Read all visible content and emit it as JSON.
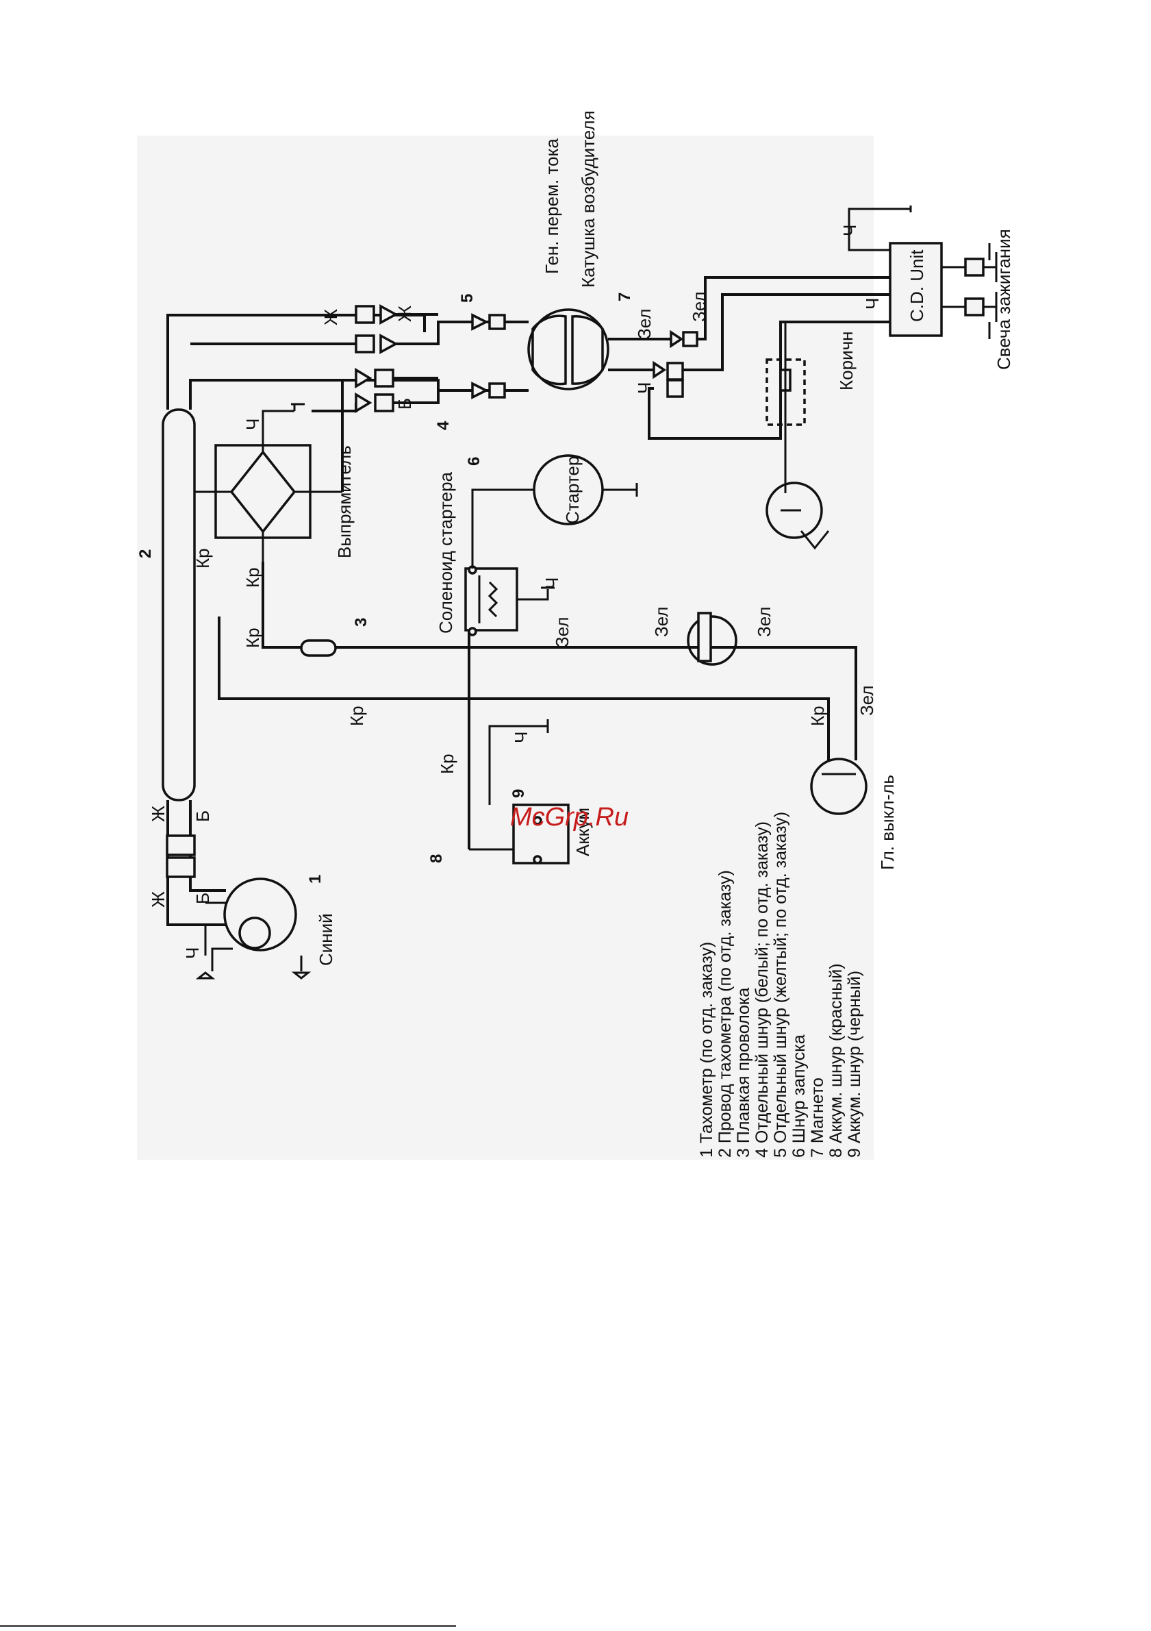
{
  "components": {
    "c1": "Ген. перем. тока",
    "c2": "Катушка возбудителя",
    "c3": "C.D. Unit",
    "c4": "Свеча зажигания",
    "c5": "Выпрямитель",
    "c6": "Соленоид стартера",
    "c7": "Стартер",
    "c8": "Аккум",
    "c9": "Гл. выкл-ль",
    "c10": "Коричн",
    "c11": "Синий"
  },
  "wire_labels": {
    "yellow": "Ж",
    "white": "Б",
    "black": "Ч",
    "red": "Кр",
    "green": "Зел"
  },
  "callouts": [
    "1",
    "2",
    "3",
    "4",
    "5",
    "6",
    "7",
    "8",
    "9"
  ],
  "legend": [
    "1 Тахометр (по отд. заказу)",
    "2 Провод тахометра (по отд. заказу)",
    "3 Плавкая проволока",
    "4 Отдельный шнур (белый; по отд. заказу)",
    "5 Отдельный шнур (желтый; по отд. заказу)",
    "6 Шнур запуска",
    "7 Магнето",
    "8 Аккум. шнур (красный)",
    "9 Аккум. шнур (черный)"
  ],
  "watermark": "McGrp.Ru"
}
